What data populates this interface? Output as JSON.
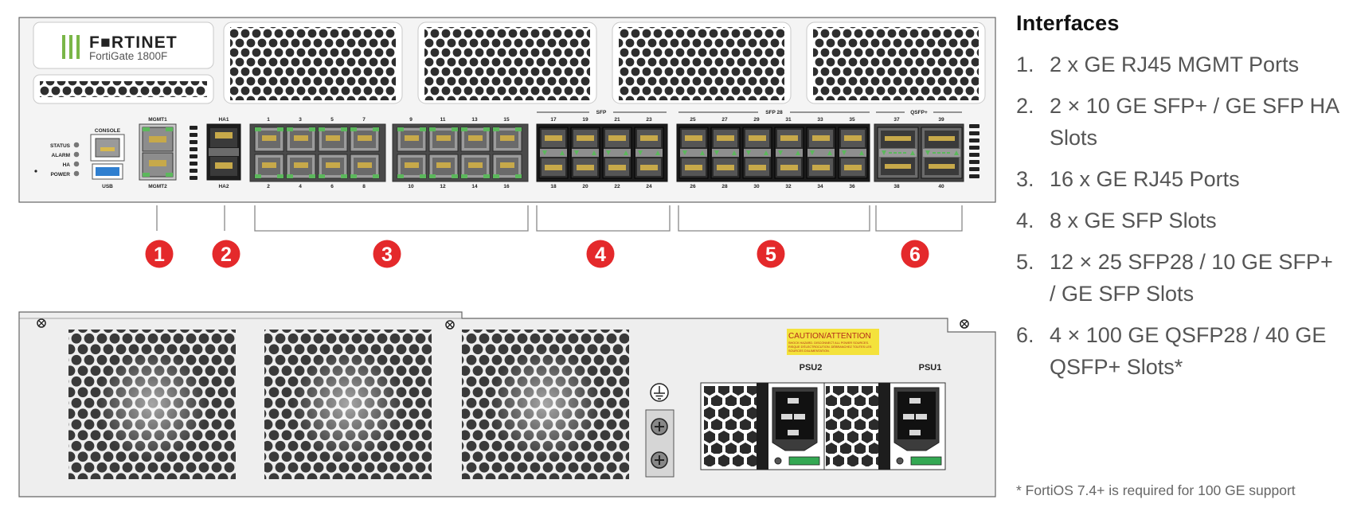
{
  "front_panel": {
    "brand": "F■RTINET",
    "model": "FortiGate 1800F",
    "led_labels": [
      "STATUS",
      "ALARM",
      "HA",
      "POWER"
    ],
    "console_label": "CONSOLE",
    "usb_label": "USB",
    "mgmt_top_label": "MGMT1",
    "mgmt_bottom_label": "MGMT2",
    "ha_top_label": "HA1",
    "ha_bottom_label": "HA2",
    "rj45_top_numbers": [
      "1",
      "3",
      "5",
      "7",
      "9",
      "11",
      "13",
      "15"
    ],
    "rj45_bottom_numbers": [
      "2",
      "4",
      "6",
      "8",
      "10",
      "12",
      "14",
      "16"
    ],
    "sfp_group_label": "SFP",
    "sfp_top_numbers": [
      "17",
      "19",
      "21",
      "23"
    ],
    "sfp_bottom_numbers": [
      "18",
      "20",
      "22",
      "24"
    ],
    "sfp28_group_label": "SFP 28",
    "sfp28_top_numbers": [
      "25",
      "27",
      "29",
      "31",
      "33",
      "35"
    ],
    "sfp28_bottom_numbers": [
      "26",
      "28",
      "30",
      "32",
      "34",
      "36"
    ],
    "qsfp_group_label": "QSFP+",
    "qsfp_top_numbers": [
      "37",
      "39"
    ],
    "qsfp_bottom_numbers": [
      "38",
      "40"
    ]
  },
  "callouts": [
    "1",
    "2",
    "3",
    "4",
    "5",
    "6"
  ],
  "colors": {
    "callout": "#e4292b",
    "port_led": "#5cb85c",
    "brand_bars": "#7ab648",
    "caution": "#f4e23c"
  },
  "back_panel": {
    "psu2_label": "PSU2",
    "psu1_label": "PSU1",
    "caution_title": "CAUTION/ATTENTION",
    "caution_lines": [
      "SHOCK HAZARD. DISCONNECT ALL POWER SOURCES.",
      "RISQUE D'ÉLECTROCUTION. DÉBRANCHEZ TOUTES LES",
      "SOURCES D'ALIMENTATION."
    ]
  },
  "interfaces_panel": {
    "title": "Interfaces",
    "items": [
      {
        "num": "1.",
        "label": "2 x GE RJ45 MGMT Ports"
      },
      {
        "num": "2.",
        "label": "2 × 10 GE SFP+ / GE SFP HA Slots"
      },
      {
        "num": "3.",
        "label": "16 x GE RJ45 Ports"
      },
      {
        "num": "4.",
        "label": "8 x GE SFP Slots"
      },
      {
        "num": "5.",
        "label": "12 × 25 SFP28 / 10 GE SFP+ / GE SFP Slots"
      },
      {
        "num": "6.",
        "label": "4 × 100 GE QSFP28 / 40 GE QSFP+ Slots*"
      }
    ],
    "footnote": "* FortiOS 7.4+ is required for 100 GE support"
  }
}
